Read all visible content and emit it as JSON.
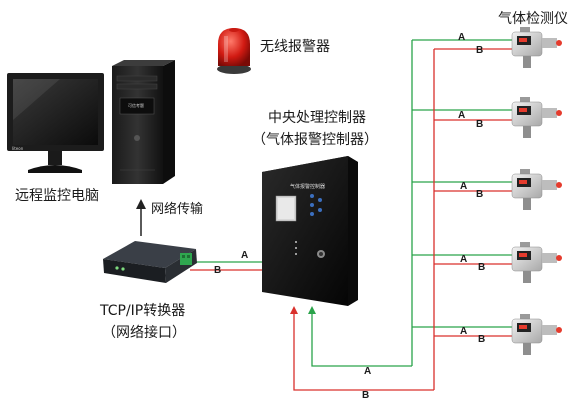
{
  "labels": {
    "detector_title": "气体检测仪",
    "alarm": "无线报警器",
    "controller_line1": "中央处理控制器",
    "controller_line2": "（气体报警控制器）",
    "computer": "远程监控电脑",
    "network": "网络传输",
    "converter_line1": "TCP/IP转换器",
    "converter_line2": "（网络接口）"
  },
  "device_text": {
    "controller_panel": "气体报警控制器",
    "pc_case": "可信考题",
    "monitor_brand": "liteon"
  },
  "wire_labels": {
    "a": "A",
    "b": "B"
  },
  "colors": {
    "wire_a": "#2aa34a",
    "wire_b": "#d9302c",
    "arrow": "#222222"
  }
}
